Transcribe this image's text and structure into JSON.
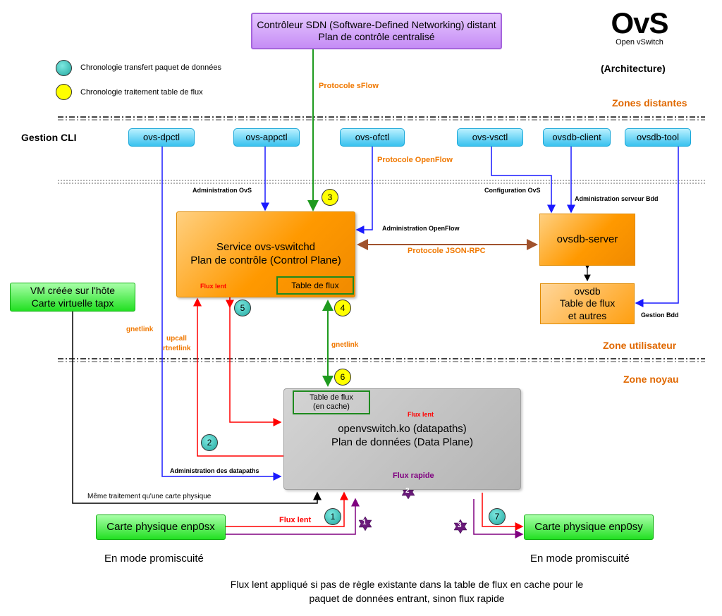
{
  "sdn": {
    "line1": "Contrôleur SDN (Software-Defined Networking) distant",
    "line2": "Plan de contrôle centralisé"
  },
  "logo": {
    "mark": "OvS",
    "name": "Open vSwitch",
    "subtitle": "(Architecture)"
  },
  "legend": [
    {
      "label": "Chronologie transfert paquet de données",
      "color": "#2ab0a8"
    },
    {
      "label": "Chronologie traitement table de flux",
      "color": "#ffff00"
    }
  ],
  "zones": {
    "remote": "Zones distantes",
    "user": "Zone utilisateur",
    "kernel": "Zone noyau",
    "cli": "Gestion CLI"
  },
  "cli_tools": [
    "ovs-dpctl",
    "ovs-appctl",
    "ovs-ofctl",
    "ovs-vsctl",
    "ovsdb-client",
    "ovsdb-tool"
  ],
  "vswitchd": {
    "line1": "Service ovs-vswitchd",
    "line2": "Plan de contrôle (Control Plane)",
    "flow_table": "Table de flux",
    "slow_flow": "Flux lent"
  },
  "ovsdb_server": "ovsdb-server",
  "ovsdb": {
    "line1": "ovsdb",
    "line2": "Table de flux",
    "line3": "et autres"
  },
  "vm": {
    "line1": "VM créée sur l'hôte",
    "line2": "Carte virtuelle tapx"
  },
  "datapath": {
    "line1": "openvswitch.ko (datapaths)",
    "line2": "Plan de données (Data Plane)",
    "cache_line1": "Table de flux",
    "cache_line2": "(en cache)"
  },
  "nic_in": {
    "label": "Carte physique enp0sx",
    "mode": "En mode promiscuité"
  },
  "nic_out": {
    "label": "Carte physique enp0sy",
    "mode": "En mode promiscuité"
  },
  "labels": {
    "sflow": "Protocole sFlow",
    "openflow": "Protocole OpenFlow",
    "admin_ovs": "Administration OvS",
    "config_ovs": "Configuration OvS",
    "admin_db_server": "Administration serveur Bdd",
    "admin_openflow": "Administration OpenFlow",
    "json_rpc": "Protocole JSON-RPC",
    "gestion_bdd": "Gestion Bdd",
    "gnetlink_left": "gnetlink",
    "upcall": "upcall",
    "rtnetlink": "rtnetlink",
    "gnetlink_center": "gnetlink",
    "flux_lent_dp": "Flux lent",
    "admin_datapaths": "Administration des datapaths",
    "flux_rapide": "Flux rapide",
    "meme_traitement": "Même traitement qu'une carte physique",
    "flux_lent_in": "Flux lent"
  },
  "steps": {
    "s1": "1",
    "s2": "2",
    "s3": "3",
    "s4": "4",
    "s5": "5",
    "s6": "6",
    "s7": "7",
    "f1": "1",
    "f2": "2",
    "f3": "3"
  },
  "footer": {
    "line1": "Flux lent appliqué si pas de règle existante dans la table de flux en cache pour le",
    "line2": "paquet de données entrant, sinon flux rapide"
  }
}
